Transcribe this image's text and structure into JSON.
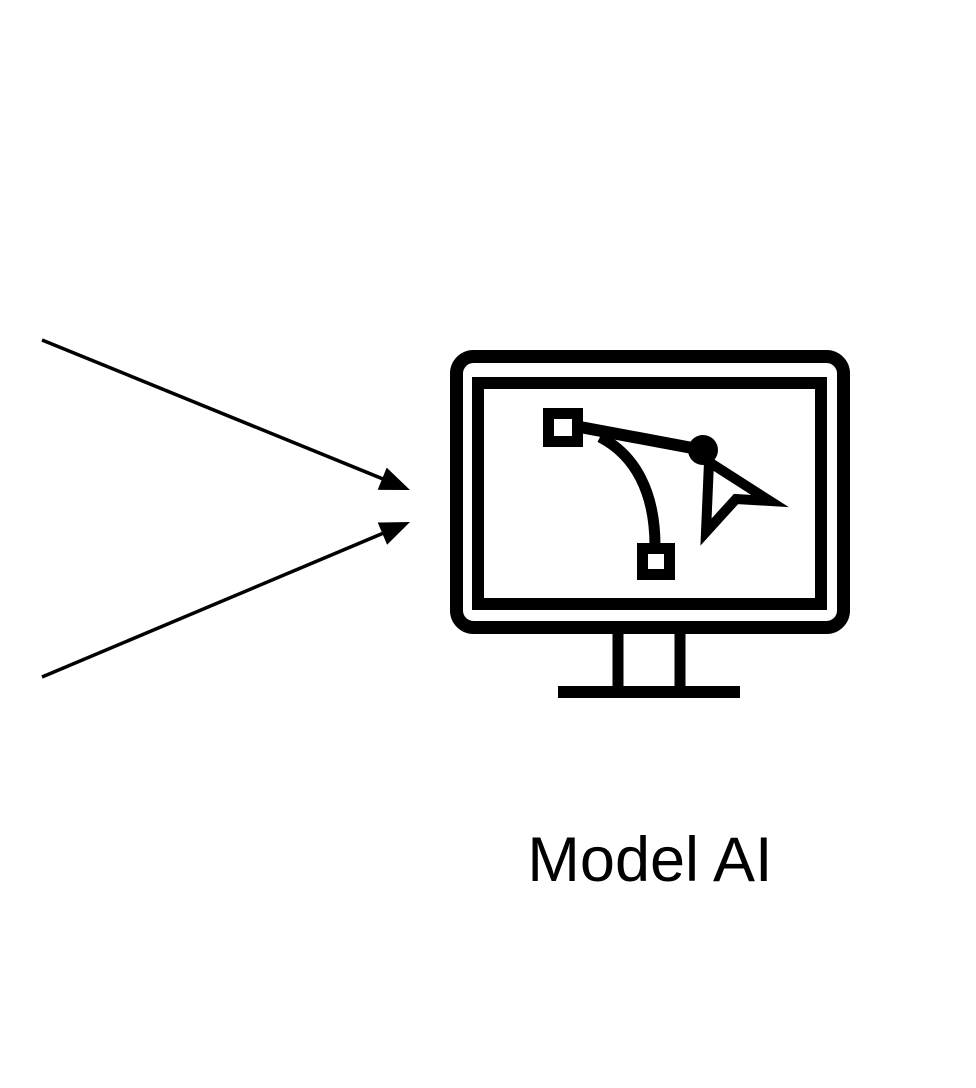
{
  "page": {
    "background_color": "#ffffff",
    "ink_color": "#000000"
  },
  "diagram": {
    "node": {
      "label": "Model AI",
      "icon": "monitor-with-bezier-pen-cursor-icon"
    },
    "arrows": [
      {
        "id": "upper-input-arrow",
        "points_to": "Model AI"
      },
      {
        "id": "lower-input-arrow",
        "points_to": "Model AI"
      }
    ]
  }
}
